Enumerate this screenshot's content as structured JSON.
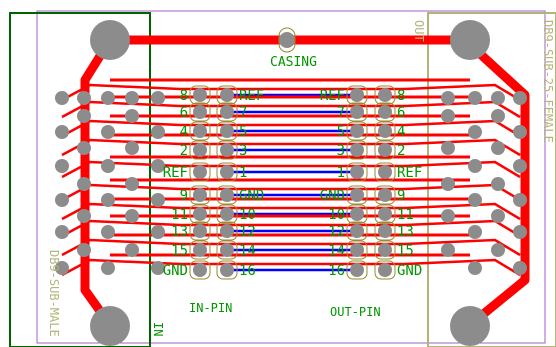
{
  "casing_label": "CASING",
  "in_pin_label": "IN-PIN",
  "out_pin_label": "OUT-PIN",
  "top_right_label": "DB9-SUB-25-FEMALE",
  "bottom_left_label": "DB9-SUB-MALE",
  "bottom_left_side_label": "IN",
  "top_right_side_label": "OUT",
  "in_connector_labels": {
    "left": [
      "8",
      "6",
      "4",
      "2",
      "REF",
      "9",
      "11",
      "13",
      "15",
      "GND"
    ],
    "right": [
      "REF",
      "7",
      "5",
      "3",
      "1",
      "GND",
      "10",
      "12",
      "14",
      "16"
    ]
  },
  "out_connector_labels": {
    "left": [
      "REF",
      "7",
      "5",
      "3",
      "1",
      "GND",
      "10",
      "12",
      "14",
      "16"
    ],
    "right": [
      "8",
      "6",
      "4",
      "2",
      "REF",
      "9",
      "11",
      "13",
      "15",
      "GND"
    ]
  },
  "colors": {
    "trace_red": "#ff0000",
    "trace_blue": "#0000ff",
    "pad_gray": "#8c8c8c",
    "silk_green": "#009600",
    "outline_purple": "#a060c8",
    "outline_olive": "#b4b478",
    "footprint_dark_green": "#006400"
  }
}
